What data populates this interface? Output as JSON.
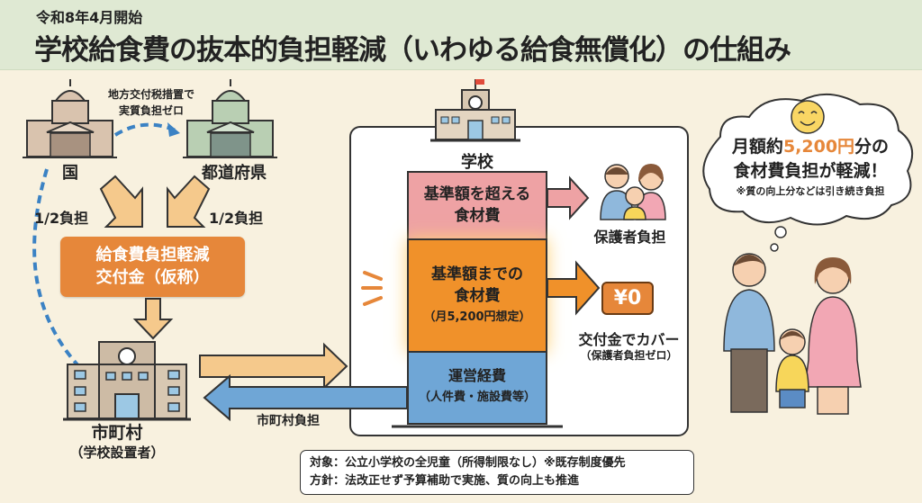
{
  "header": {
    "subtitle": "令和8年4月開始",
    "title": "学校給食費の抜本的負担軽減（いわゆる給食無償化）の仕組み"
  },
  "left": {
    "national": "国",
    "prefecture": "都道府県",
    "transfer_note_1": "地方交付税措置で",
    "transfer_note_2": "実質負担ゼロ",
    "share_left": "1/2負担",
    "share_right": "1/2負担",
    "fund_line1": "給食費負担軽減",
    "fund_line2": "交付金（仮称）",
    "municipality": "市町村",
    "municipality_sub": "（学校設置者）",
    "municipality_burden": "市町村負担"
  },
  "school": {
    "label": "学校",
    "seg1_line1": "基準額を超える",
    "seg1_line2": "食材費",
    "seg2_line1": "基準額までの",
    "seg2_line2": "食材費",
    "seg2_line3": "（月5,200円想定）",
    "seg3_line1": "運営経費",
    "seg3_line2": "（人件費・施設費等）",
    "parents_label": "保護者負担",
    "zero": "¥0",
    "cover_label": "交付金でカバー",
    "cover_sub": "（保護者負担ゼロ）"
  },
  "bubble": {
    "pre": "月額約",
    "amount": "5,200円",
    "post": "分の",
    "line2": "食材費負担が軽減！",
    "note": "※質の向上分などは引き続き負担"
  },
  "info": {
    "line1": "対象：公立小学校の全児童（所得制限なし）※既存制度優先",
    "line2": "方針：法改正せず予算補助で実施、質の向上も推進"
  },
  "colors": {
    "orange": "#e6873a",
    "pink": "#eea2a4",
    "blue": "#6fa6d6",
    "header": "#dfe9d3"
  }
}
